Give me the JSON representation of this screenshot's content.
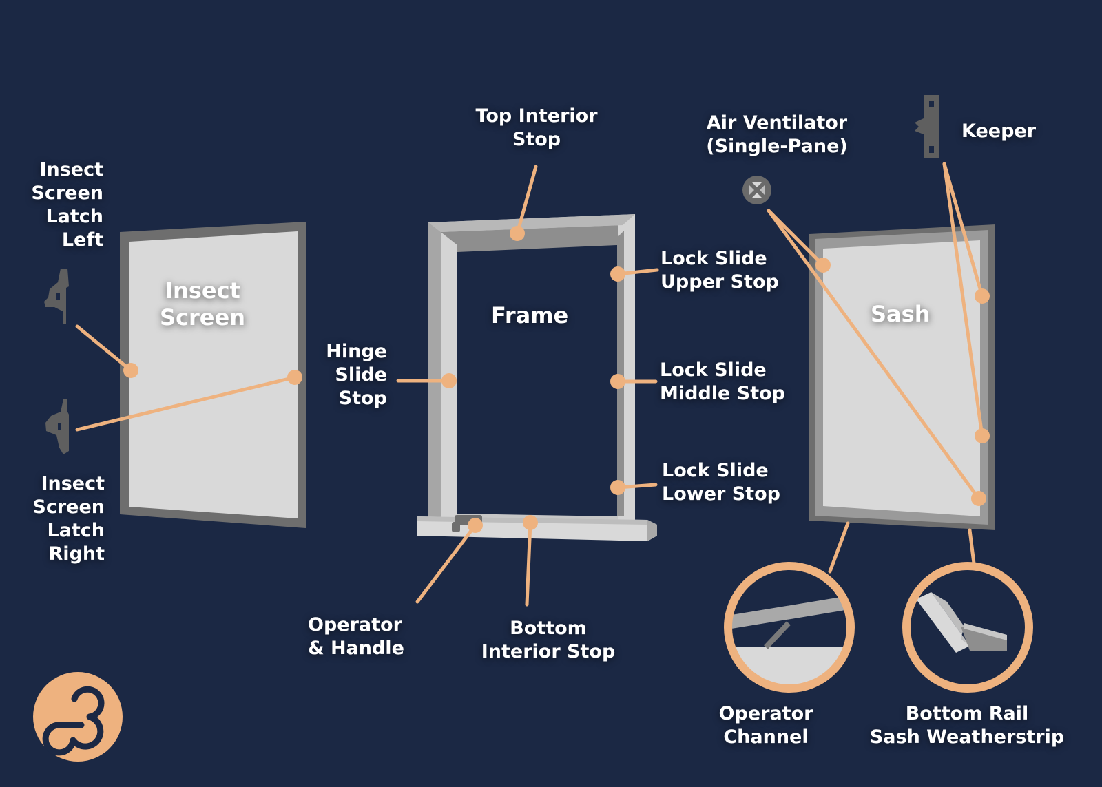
{
  "colors": {
    "background": "#1b2844",
    "accent": "#eeb27f",
    "panel_light": "#d9d9d9",
    "panel_dark": "#6e6e6e",
    "icon_gray": "#5e5e5e"
  },
  "icons": {
    "logo": "brand-logo-icon",
    "latch_left": "insect-screen-latch-left-icon",
    "latch_right": "insect-screen-latch-right-icon",
    "air_ventilator": "air-ventilator-icon",
    "keeper": "keeper-icon"
  },
  "parts": {
    "insect_screen_title": [
      "Insect",
      "Screen"
    ],
    "frame_title": "Frame",
    "sash_title": "Sash"
  },
  "labels": {
    "insect_screen_latch_left": [
      "Insect",
      "Screen",
      "Latch",
      "Left"
    ],
    "insect_screen_latch_right": [
      "Insect",
      "Screen",
      "Latch",
      "Right"
    ],
    "top_interior_stop": [
      "Top Interior",
      "Stop"
    ],
    "hinge_slide_stop": [
      "Hinge",
      "Slide",
      "Stop"
    ],
    "lock_slide_upper_stop": [
      "Lock Slide",
      "Upper Stop"
    ],
    "lock_slide_middle_stop": [
      "Lock Slide",
      "Middle Stop"
    ],
    "lock_slide_lower_stop": [
      "Lock Slide",
      "Lower Stop"
    ],
    "operator_handle": [
      "Operator",
      "& Handle"
    ],
    "bottom_interior_stop": [
      "Bottom",
      "Interior Stop"
    ],
    "air_ventilator": [
      "Air Ventilator",
      "(Single-Pane)"
    ],
    "keeper": [
      "Keeper"
    ],
    "operator_channel": [
      "Operator",
      "Channel"
    ],
    "bottom_rail_sash_weatherstrip": [
      "Bottom Rail",
      "Sash Weatherstrip"
    ]
  }
}
